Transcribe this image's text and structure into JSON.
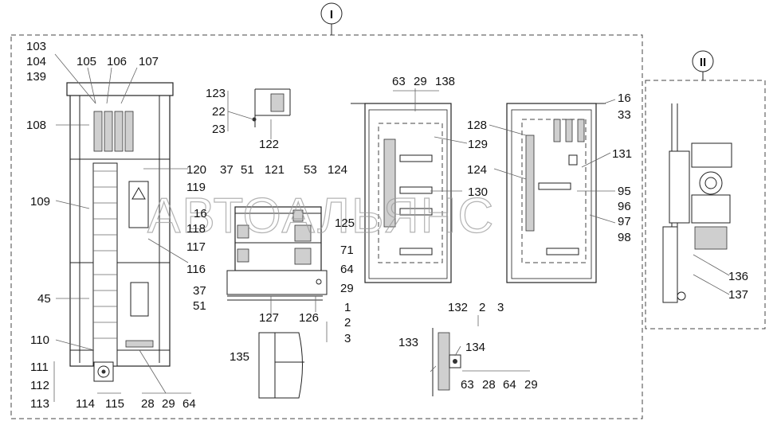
{
  "diagram": {
    "sections": [
      {
        "id": "I",
        "label": "I"
      },
      {
        "id": "II",
        "label": "II"
      }
    ],
    "watermark": "АВТОАЛЬЯНС",
    "labels": [
      "103",
      "104",
      "139",
      "105",
      "106",
      "107",
      "108",
      "109",
      "45",
      "110",
      "111",
      "112",
      "113",
      "114",
      "115",
      "28",
      "29",
      "64",
      "120",
      "119",
      "16",
      "118",
      "116",
      "117",
      "37",
      "51",
      "123",
      "22",
      "23",
      "122",
      "37",
      "51",
      "121",
      "53",
      "124",
      "125",
      "71",
      "64",
      "29",
      "127",
      "126",
      "1",
      "2",
      "3",
      "63",
      "29",
      "138",
      "129",
      "130",
      "128",
      "124",
      "16",
      "33",
      "131",
      "95",
      "96",
      "97",
      "98",
      "135",
      "132",
      "2",
      "3",
      "133",
      "134",
      "63",
      "28",
      "64",
      "29",
      "136",
      "137"
    ]
  }
}
